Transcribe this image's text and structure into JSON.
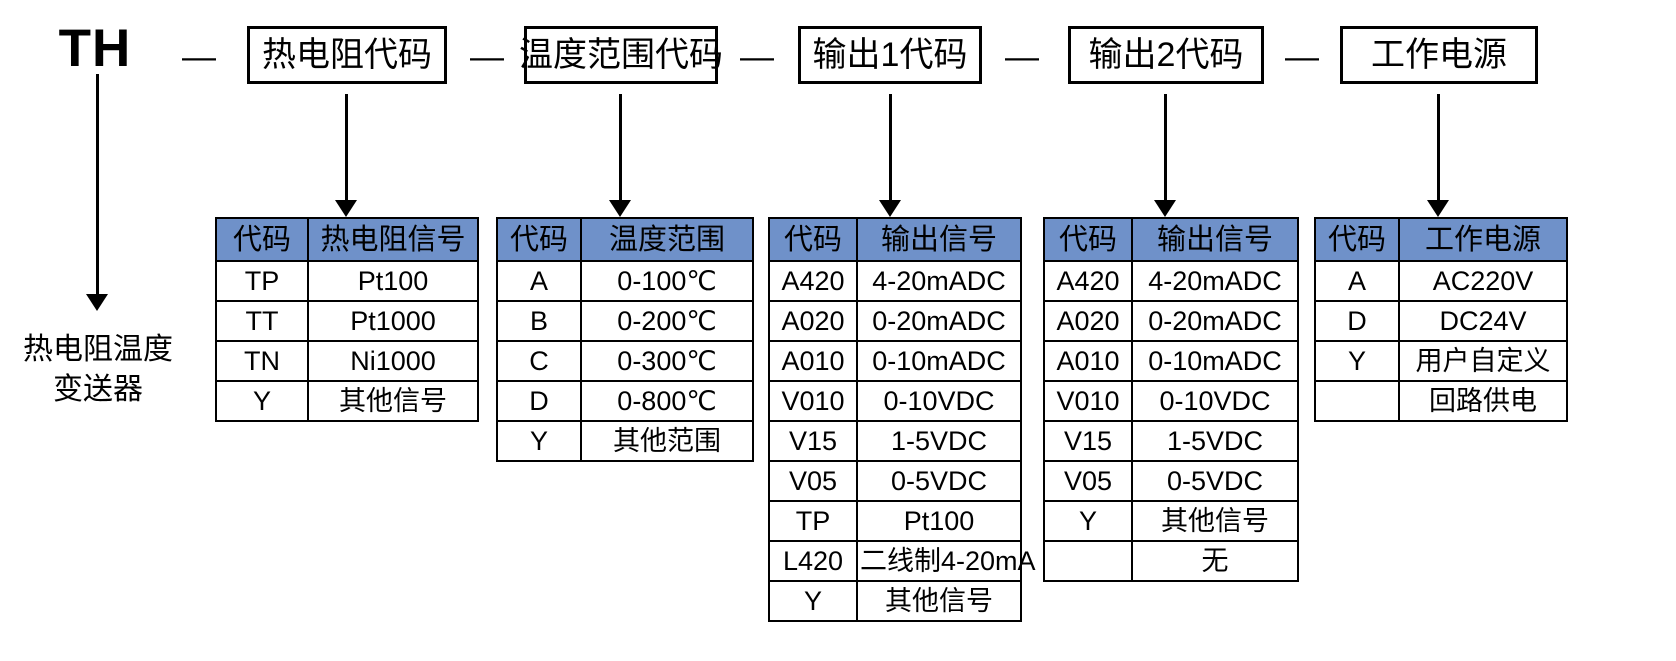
{
  "diagram": {
    "prefix": "TH",
    "separator": "—",
    "segments": [
      {
        "label": "热电阻代码"
      },
      {
        "label": "温度范围代码"
      },
      {
        "label": "输出1代码"
      },
      {
        "label": "输出2代码"
      },
      {
        "label": "工作电源"
      }
    ],
    "caption_line1": "热电阻温度",
    "caption_line2": "变送器",
    "header_color": "#6f91c9"
  },
  "tables": [
    {
      "name": "rtd-signal-table",
      "headers": [
        "代码",
        "热电阻信号"
      ],
      "rows": [
        [
          "TP",
          "Pt100"
        ],
        [
          "TT",
          "Pt1000"
        ],
        [
          "TN",
          "Ni1000"
        ],
        [
          "Y",
          "其他信号"
        ]
      ]
    },
    {
      "name": "temperature-range-table",
      "headers": [
        "代码",
        "温度范围"
      ],
      "rows": [
        [
          "A",
          "0-100℃"
        ],
        [
          "B",
          "0-200℃"
        ],
        [
          "C",
          "0-300℃"
        ],
        [
          "D",
          "0-800℃"
        ],
        [
          "Y",
          "其他范围"
        ]
      ]
    },
    {
      "name": "output1-signal-table",
      "headers": [
        "代码",
        "输出信号"
      ],
      "rows": [
        [
          "A420",
          "4-20mADC"
        ],
        [
          "A020",
          "0-20mADC"
        ],
        [
          "A010",
          "0-10mADC"
        ],
        [
          "V010",
          "0-10VDC"
        ],
        [
          "V15",
          "1-5VDC"
        ],
        [
          "V05",
          "0-5VDC"
        ],
        [
          "TP",
          "Pt100"
        ],
        [
          "L420",
          "二线制4-20mA"
        ],
        [
          "Y",
          "其他信号"
        ]
      ]
    },
    {
      "name": "output2-signal-table",
      "headers": [
        "代码",
        "输出信号"
      ],
      "rows": [
        [
          "A420",
          "4-20mADC"
        ],
        [
          "A020",
          "0-20mADC"
        ],
        [
          "A010",
          "0-10mADC"
        ],
        [
          "V010",
          "0-10VDC"
        ],
        [
          "V15",
          "1-5VDC"
        ],
        [
          "V05",
          "0-5VDC"
        ],
        [
          "Y",
          "其他信号"
        ],
        [
          "",
          "无"
        ]
      ]
    },
    {
      "name": "power-supply-table",
      "headers": [
        "代码",
        "工作电源"
      ],
      "rows": [
        [
          "A",
          "AC220V"
        ],
        [
          "D",
          "DC24V"
        ],
        [
          "Y",
          "用户自定义"
        ],
        [
          "",
          "回路供电"
        ]
      ]
    }
  ]
}
